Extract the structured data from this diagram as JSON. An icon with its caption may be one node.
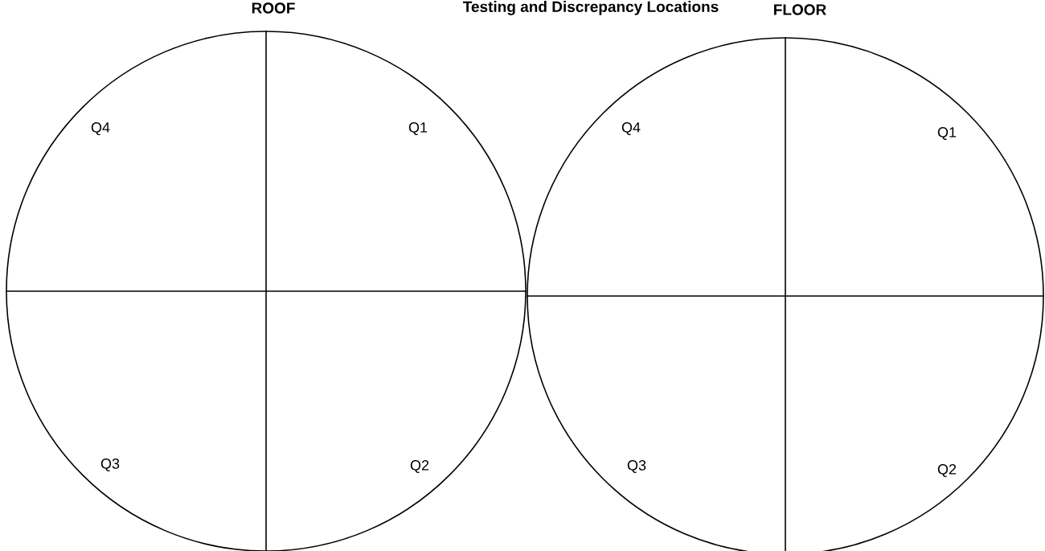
{
  "diagram": {
    "title": "Testing and Discrepancy Locations",
    "nodes": [
      {
        "text": [
          "ROOF"
        ]
      },
      {
        "text": [
          "FLOOR"
        ]
      }
    ],
    "labels": [
      "Q4",
      "Q1",
      "Q4",
      "Q1",
      "Q3",
      "Q2",
      "Q3",
      "Q2"
    ]
  }
}
